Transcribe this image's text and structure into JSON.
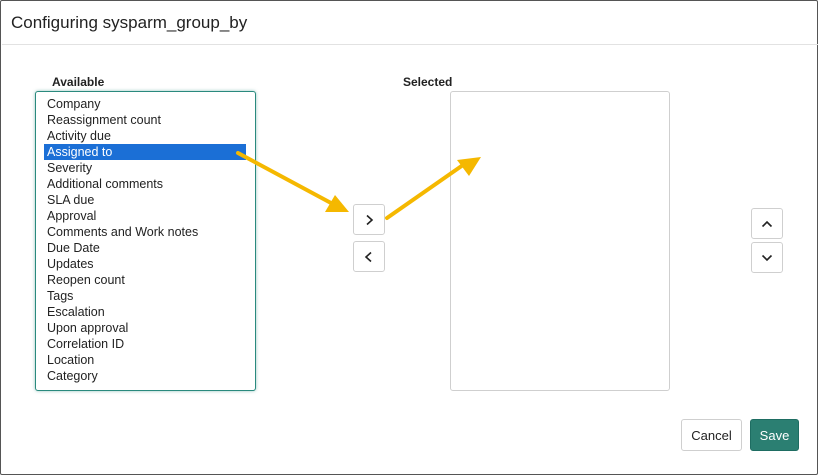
{
  "dialog": {
    "title": "Configuring sysparm_group_by"
  },
  "available": {
    "label": "Available",
    "selected_index": 3,
    "items": [
      "Company",
      "Reassignment count",
      "Activity due",
      "Assigned to",
      "Severity",
      "Additional comments",
      "SLA due",
      "Approval",
      "Comments and Work notes",
      "Due Date",
      "Updates",
      "Reopen count",
      "Tags",
      "Escalation",
      "Upon approval",
      "Correlation ID",
      "Location",
      "Category"
    ]
  },
  "selected": {
    "label": "Selected",
    "items": []
  },
  "buttons": {
    "add": "chevron-right-icon",
    "remove": "chevron-left-icon",
    "move_up": "chevron-up-icon",
    "move_down": "chevron-down-icon",
    "cancel_label": "Cancel",
    "save_label": "Save"
  },
  "annotation": {
    "arrow_color": "#f5b800"
  },
  "colors": {
    "accent": "#2b7f72",
    "selection": "#1b6fd6"
  }
}
